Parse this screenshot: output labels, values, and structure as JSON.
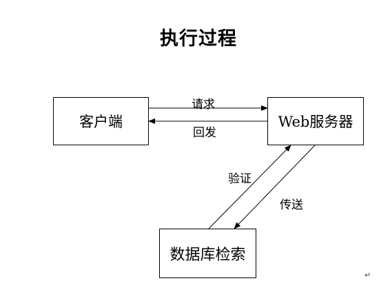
{
  "title": "执行过程",
  "nodes": {
    "client": "客户端",
    "server": "Web服务器",
    "database": "数据库检索"
  },
  "edges": {
    "request": "请求",
    "reply": "回发",
    "verify": "验证",
    "transmit": "传送"
  },
  "paragraph_mark": "↵"
}
